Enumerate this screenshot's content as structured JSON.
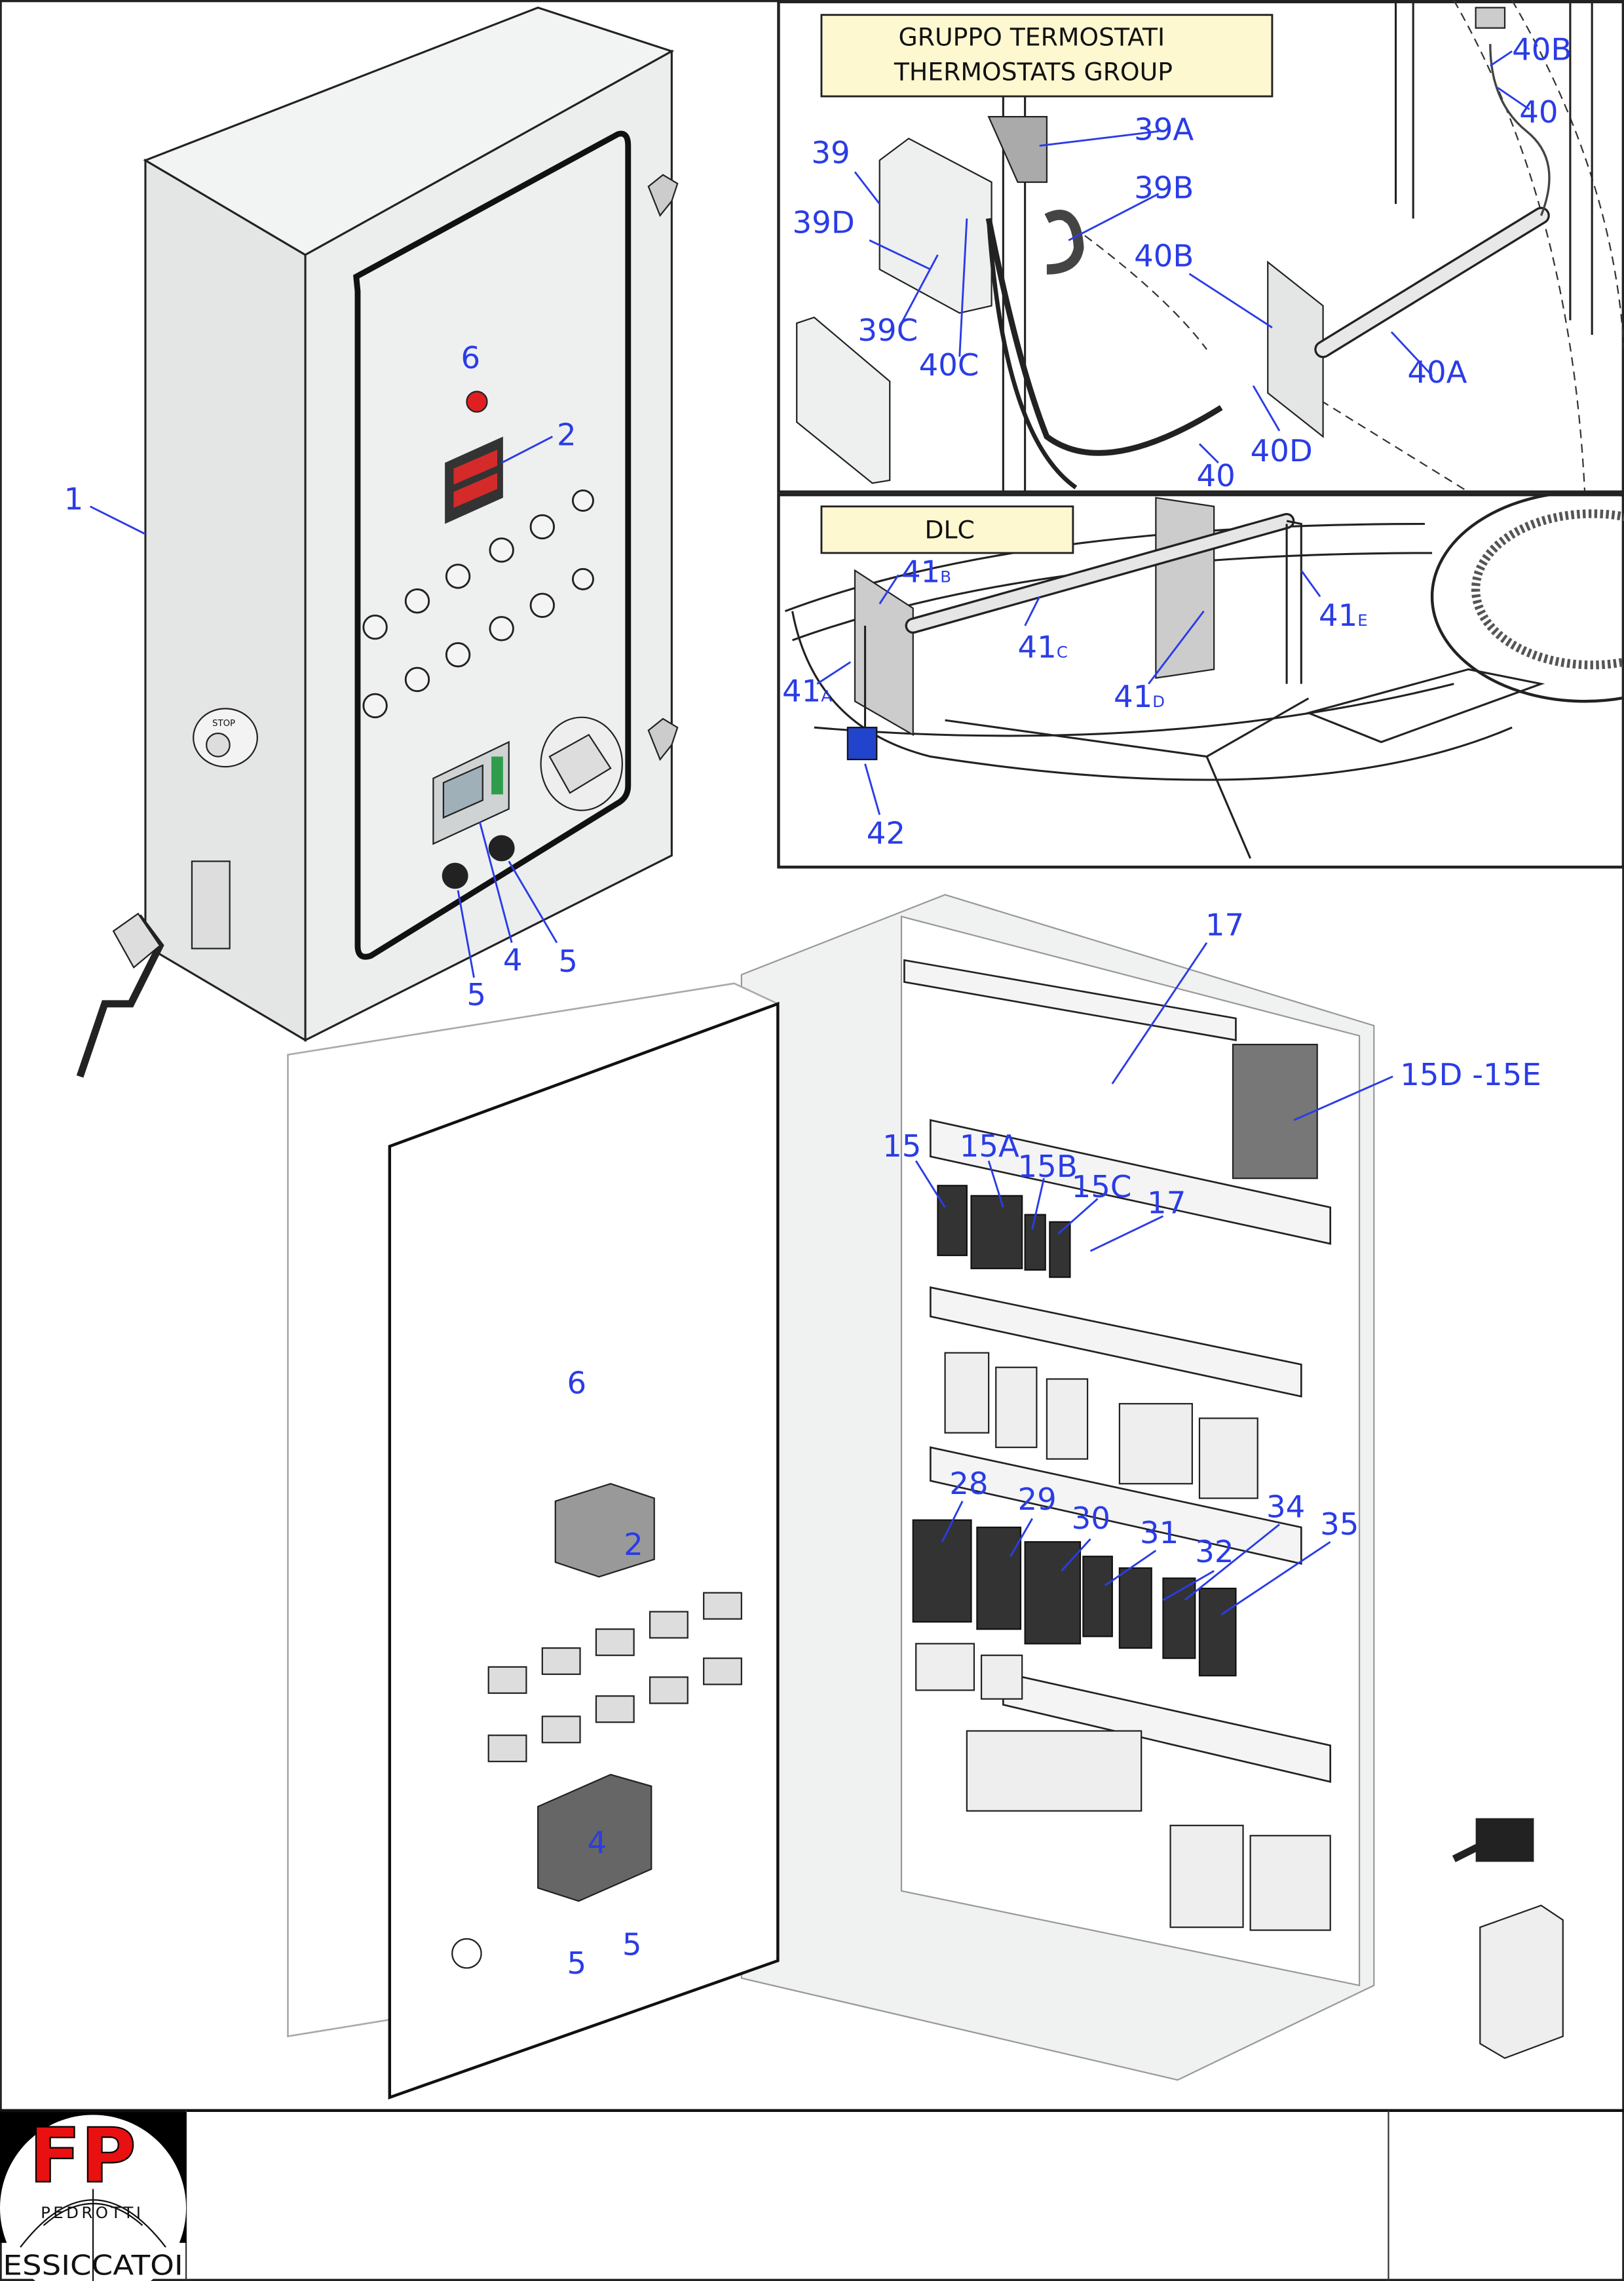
{
  "thermostats_panel": {
    "title_line1": "GRUPPO TERMOSTATI",
    "title_line2": "THERMOSTATS  GROUP",
    "labels": [
      "39",
      "39D",
      "39C",
      "40C",
      "39A",
      "39B",
      "40B",
      "40A",
      "40D",
      "40",
      "40B",
      "40"
    ]
  },
  "dlc_panel": {
    "title": "DLC",
    "labels": [
      {
        "num": "41",
        "sub": "B"
      },
      {
        "num": "41",
        "sub": "C"
      },
      {
        "num": "41",
        "sub": "D"
      },
      {
        "num": "41",
        "sub": "E"
      },
      {
        "num": "41",
        "sub": "A"
      },
      {
        "num": "42",
        "sub": ""
      }
    ]
  },
  "cabinet_closed": {
    "labels": [
      "1",
      "6",
      "2",
      "4",
      "5",
      "5"
    ],
    "stop_button": "STOP",
    "colors": {
      "indicator": "#e02020",
      "display": "#d42a2a"
    }
  },
  "cabinet_open": {
    "labels": [
      "17",
      "15D -15E",
      "15",
      "15A",
      "15B",
      "15C",
      "17",
      "6",
      "2",
      "4",
      "5",
      "5",
      "28",
      "29",
      "30",
      "31",
      "32",
      "34",
      "35"
    ]
  },
  "footer": {
    "logo_letters": "FP",
    "logo_brand": "PEDROTTI",
    "logo_caption": "ESSICCATOI",
    "logo_color": "#e81010"
  },
  "colors": {
    "label_blue": "#2a3ce6",
    "title_box": "#fdf8d0"
  }
}
